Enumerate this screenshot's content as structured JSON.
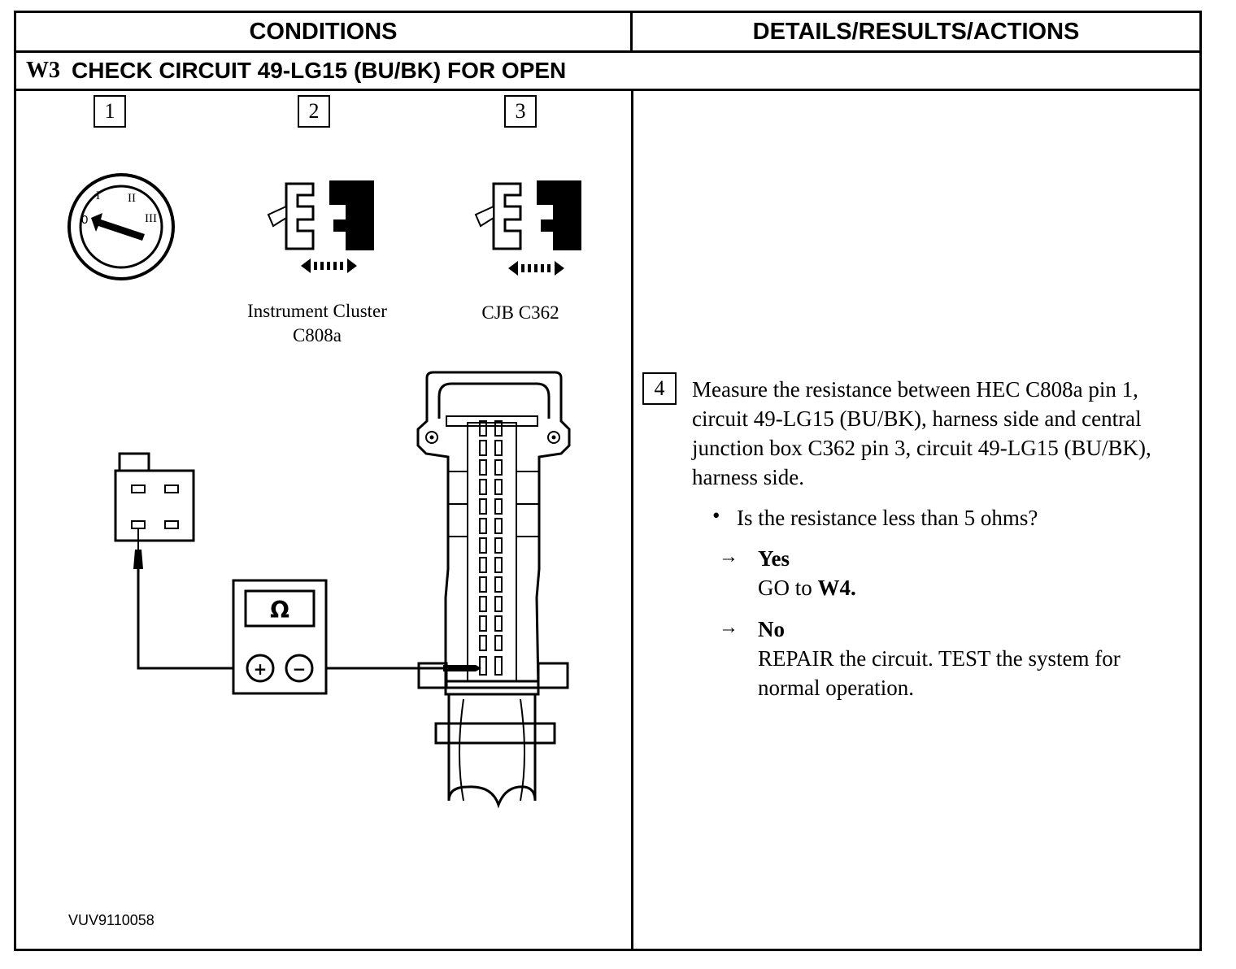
{
  "header": {
    "conditions": "CONDITIONS",
    "details": "DETAILS/RESULTS/ACTIONS"
  },
  "step": {
    "id": "W3",
    "title": "CHECK CIRCUIT 49-LG15 (BU/BK) FOR OPEN"
  },
  "figure": {
    "steps": [
      "1",
      "2",
      "3"
    ],
    "connector_a_label_line1": "Instrument Cluster",
    "connector_a_label_line2": "C808a",
    "connector_b_label": "CJB C362",
    "ignition_positions": [
      "0",
      "I",
      "II",
      "III"
    ],
    "meter_symbol": "Ω",
    "meter_plus": "+",
    "meter_minus": "−",
    "figure_id": "VUV9110058"
  },
  "details": {
    "action_number": "4",
    "action_text": "Measure the resistance between HEC C808a pin 1, circuit 49-LG15 (BU/BK), harness side and central junction box C362 pin 3, circuit 49-LG15 (BU/BK), harness side.",
    "question": "Is the resistance less than 5 ohms?",
    "yes_label": "Yes",
    "yes_prefix": "GO to",
    "yes_target": "W4.",
    "no_label": "No",
    "no_action": "REPAIR the circuit. TEST the system for normal operation."
  }
}
